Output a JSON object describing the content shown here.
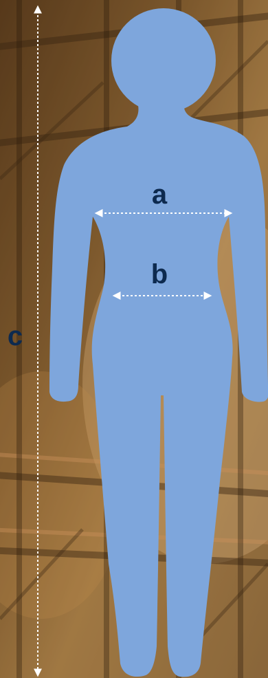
{
  "colors": {
    "figure": "#7ea6dc",
    "label": "#0d2a4f",
    "arrow": "#ffffff"
  },
  "labels": {
    "a": "a",
    "b": "b",
    "c": "c"
  }
}
